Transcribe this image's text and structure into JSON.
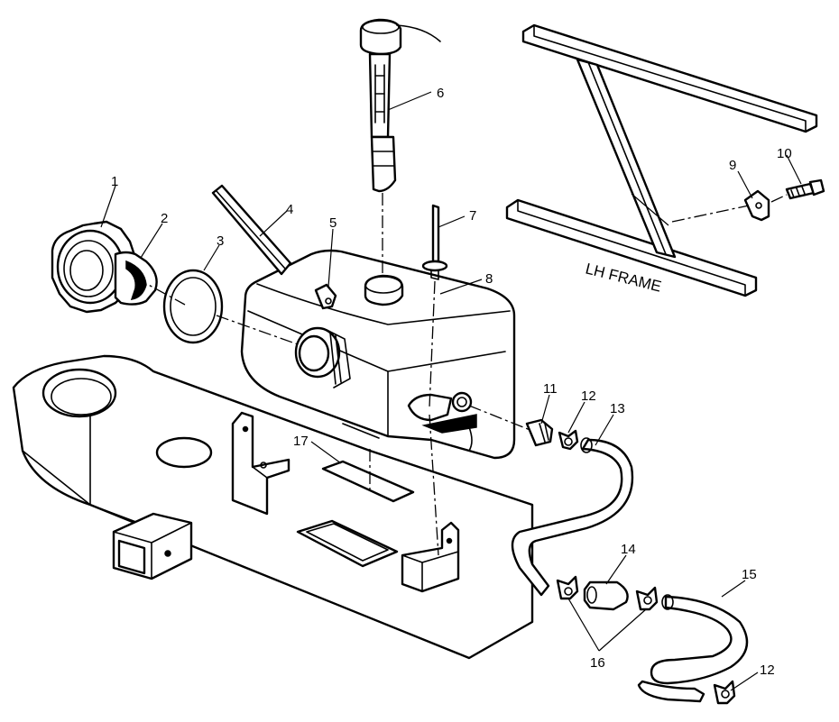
{
  "callouts": [
    "1",
    "2",
    "3",
    "4",
    "5",
    "6",
    "7",
    "8",
    "9",
    "10",
    "11",
    "12",
    "13",
    "14",
    "15",
    "16",
    "17",
    "12"
  ],
  "frame_label": "LH FRAME"
}
